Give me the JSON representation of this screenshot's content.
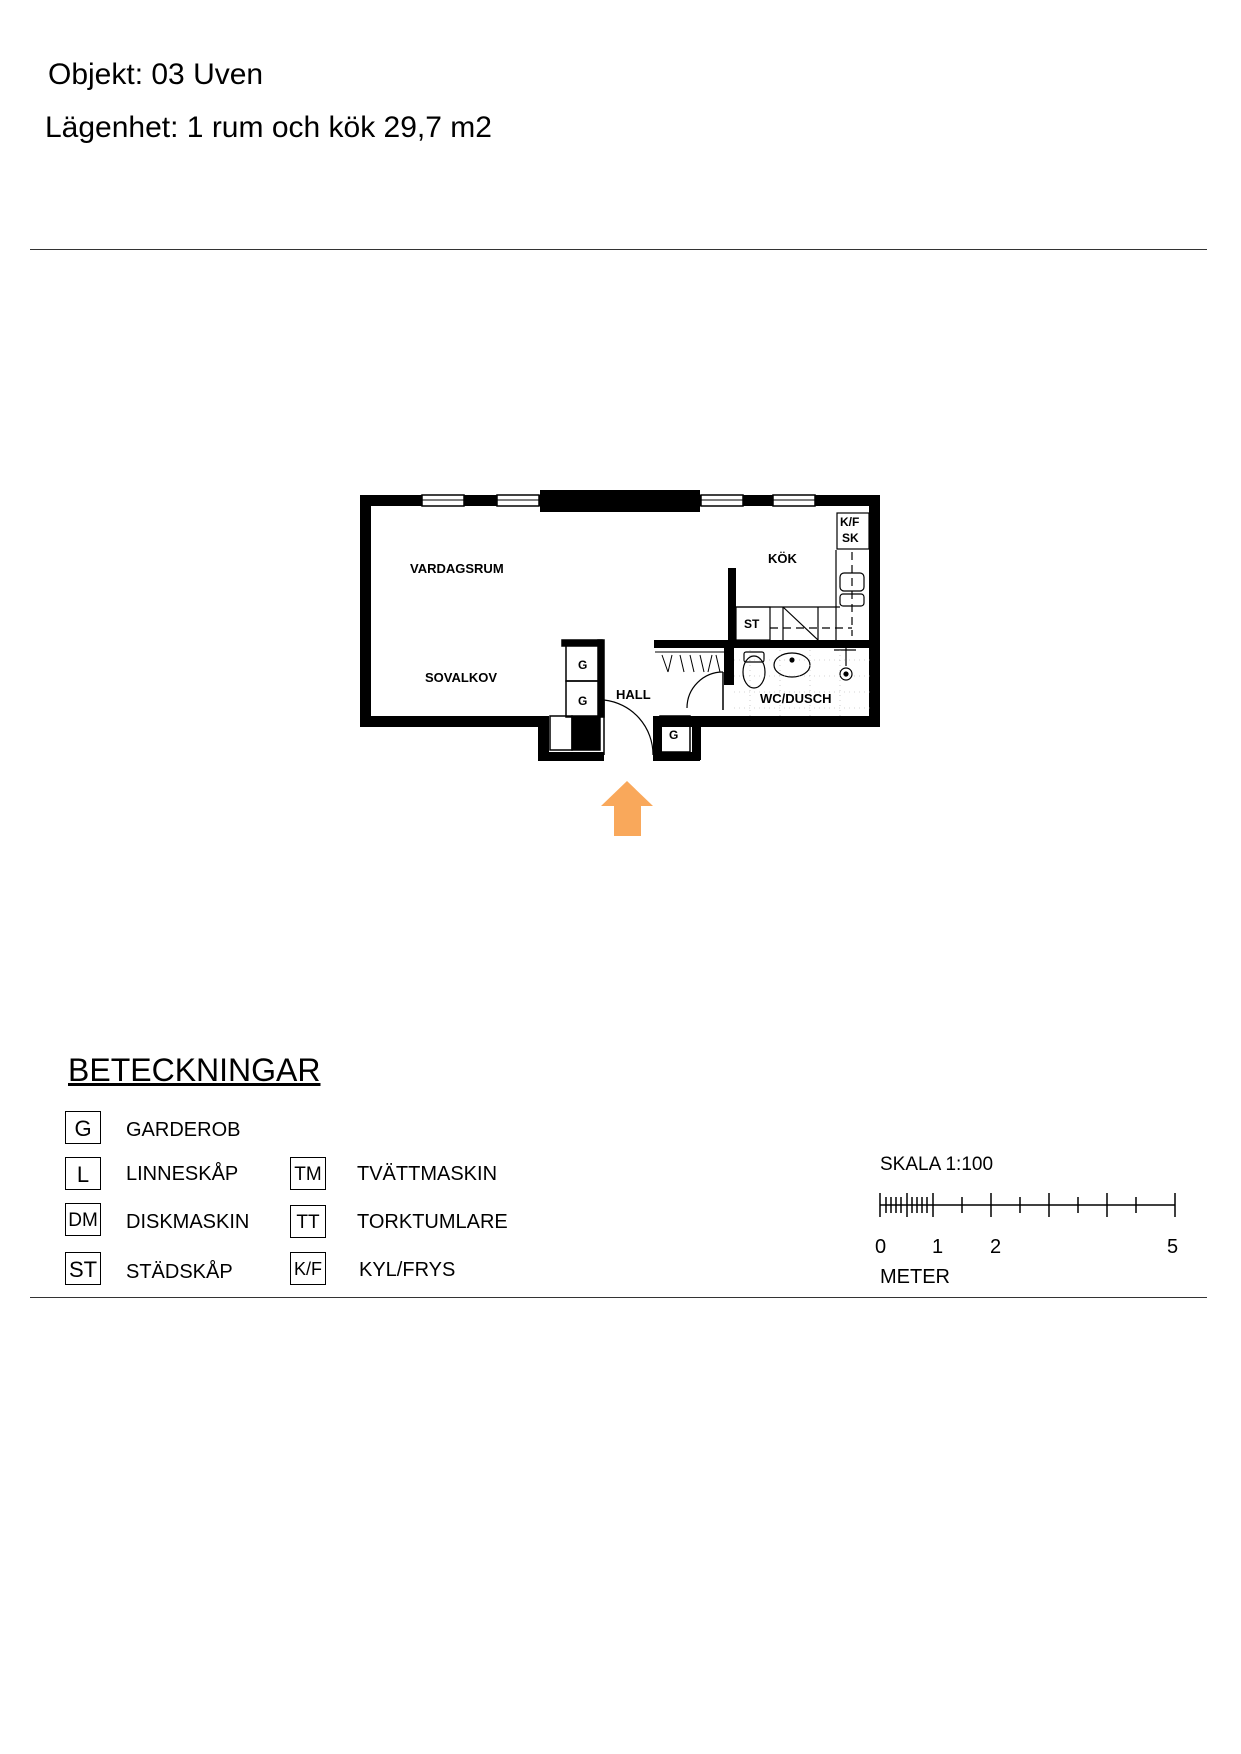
{
  "header": {
    "object": "Objekt: 03 Uven",
    "apartment": "Lägenhet: 1 rum och kök 29,7 m2"
  },
  "plan": {
    "rooms": {
      "living": "VARDAGSRUM",
      "alcove": "SOVALKOV",
      "kitchen": "KÖK",
      "hall": "HALL",
      "bath": "WC/DUSCH"
    },
    "marks": {
      "wardrobe": "G",
      "cleaning": "ST",
      "fridge_line1": "K/F",
      "fridge_line2": "SK"
    },
    "entrance_color": "#f9a85b"
  },
  "legend": {
    "title": "BETECKNINGAR",
    "items": [
      {
        "code": "G",
        "label": "GARDEROB"
      },
      {
        "code": "L",
        "label": "LINNESKÅP"
      },
      {
        "code": "DM",
        "label": "DISKMASKIN"
      },
      {
        "code": "ST",
        "label": "STÄDSKÅP"
      },
      {
        "code": "TM",
        "label": "TVÄTTMASKIN"
      },
      {
        "code": "TT",
        "label": "TORKTUMLARE"
      },
      {
        "code": "K/F",
        "label": "KYL/FRYS"
      }
    ]
  },
  "scale": {
    "title": "SKALA 1:100",
    "ticks": [
      "0",
      "1",
      "2",
      "5"
    ],
    "unit": "METER"
  }
}
